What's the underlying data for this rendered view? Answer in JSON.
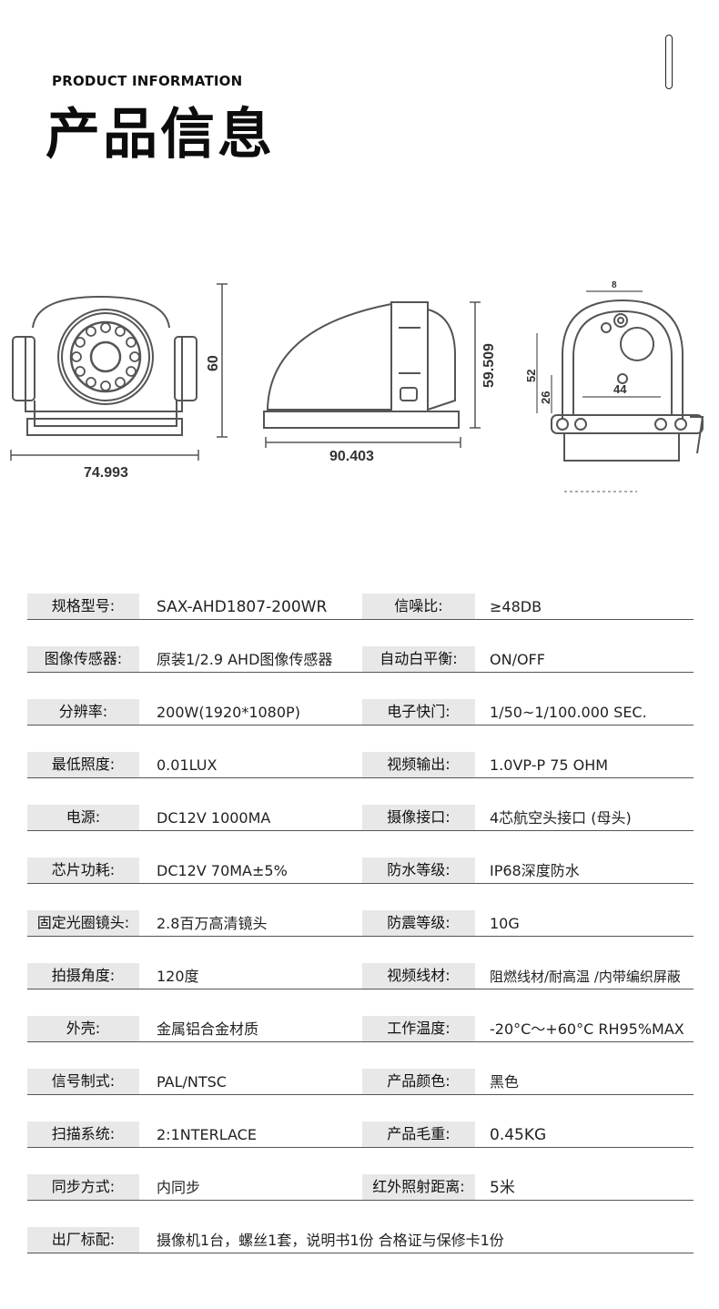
{
  "header": {
    "eyebrow": "PRODUCT INFORMATION",
    "title": "产品信息"
  },
  "drawings": {
    "front_width": "74.993",
    "front_height": "60",
    "side_width": "90.403",
    "side_height": "59.509",
    "back_dim_52": "52",
    "back_dim_26": "26",
    "back_dim_44": "44",
    "back_dim_8": "8"
  },
  "specs": [
    {
      "label_left": "规格型号:",
      "value_left": "SAX-AHD1807-200WR",
      "label_right": "信噪比:",
      "value_right": "≥48DB"
    },
    {
      "label_left": "图像传感器:",
      "value_left": "原装1/2.9 AHD图像传感器",
      "label_right": "自动白平衡:",
      "value_right": "ON/OFF"
    },
    {
      "label_left": "分辨率:",
      "value_left": "200W(1920*1080P)",
      "label_right": "电子快门:",
      "value_right": "1/50~1/100.000 SEC."
    },
    {
      "label_left": "最低照度:",
      "value_left": "0.01LUX",
      "label_right": "视频输出:",
      "value_right": "1.0VP-P 75 OHM"
    },
    {
      "label_left": "电源:",
      "value_left": "DC12V 1000MA",
      "label_right": "摄像接口:",
      "value_right": "4芯航空头接口 (母头)"
    },
    {
      "label_left": "芯片功耗:",
      "value_left": "DC12V 70MA±5%",
      "label_right": "防水等级:",
      "value_right": "IP68深度防水"
    },
    {
      "label_left": "固定光圈镜头:",
      "value_left": "2.8百万高清镜头",
      "label_right": "防震等级:",
      "value_right": "10G"
    },
    {
      "label_left": "拍摄角度:",
      "value_left": "120度",
      "label_right": "视频线材:",
      "value_right": "阻燃线材/耐高温 /内带编织屏蔽"
    },
    {
      "label_left": "外壳:",
      "value_left": "金属铝合金材质",
      "label_right": "工作温度:",
      "value_right": "-20°C～+60°C RH95%MAX"
    },
    {
      "label_left": "信号制式:",
      "value_left": "PAL/NTSC",
      "label_right": "产品颜色:",
      "value_right": "黑色"
    },
    {
      "label_left": "扫描系统:",
      "value_left": "2:1NTERLACE",
      "label_right": "产品毛重:",
      "value_right": "0.45KG"
    },
    {
      "label_left": "同步方式:",
      "value_left": "内同步",
      "label_right": "红外照射距离:",
      "value_right": "5米"
    }
  ],
  "factory": {
    "label": "出厂标配:",
    "value": "摄像机1台，螺丝1套，说明书1份 合格证与保修卡1份"
  }
}
